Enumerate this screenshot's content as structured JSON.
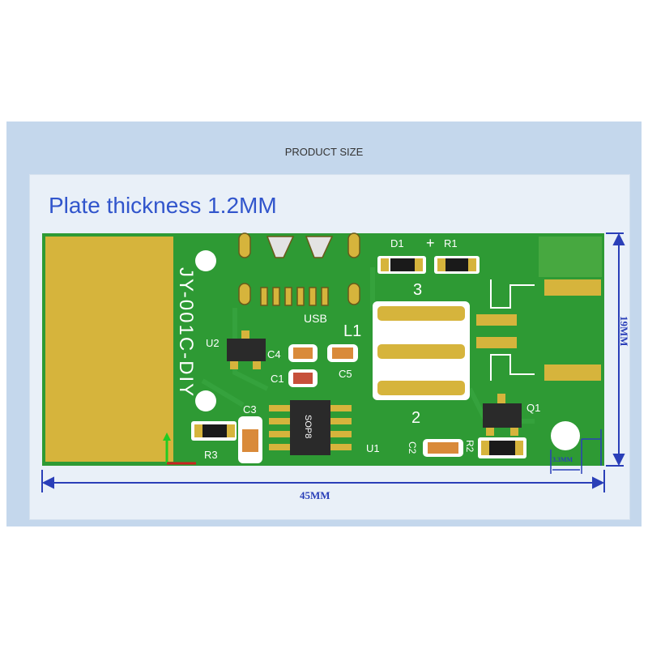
{
  "header": {
    "title": "PRODUCT SIZE"
  },
  "plate": {
    "thickness_label": "Plate thickness 1.2MM"
  },
  "board": {
    "silkscreen": {
      "model": "JY-001C-DIY",
      "usb": "USB",
      "l1": "L1",
      "pad3": "3",
      "pad2": "2",
      "d1": "D1",
      "r1": "R1",
      "plus": "+",
      "u2": "U2",
      "c4": "C4",
      "c1": "C1",
      "c5": "C5",
      "c3": "C3",
      "r3": "R3",
      "u1": "U1",
      "c2": "C2",
      "r2": "R2",
      "q1": "Q1",
      "sop8": "SOP8"
    }
  },
  "dimensions": {
    "width": "45MM",
    "height": "19MM",
    "hole": "3.3MM"
  },
  "colors": {
    "pcb": "#2e9a34",
    "gold": "#d6b43c",
    "dimension": "#2a3fb8",
    "panel": "#c4d7ec"
  }
}
